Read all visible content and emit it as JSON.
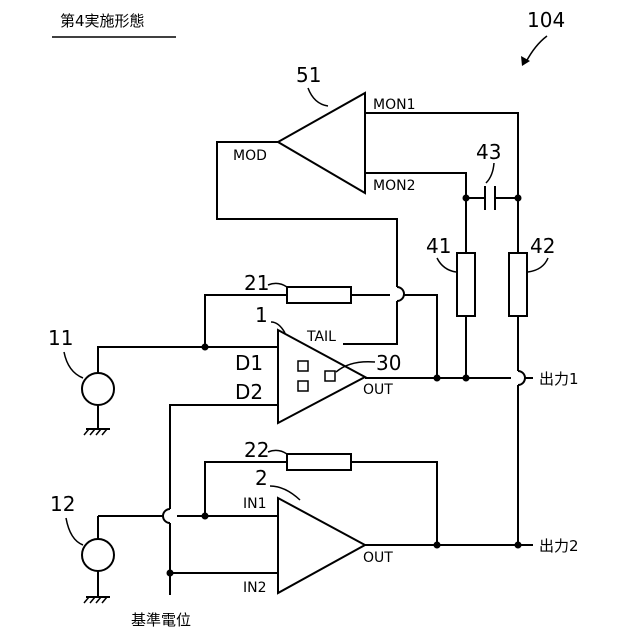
{
  "header": {
    "title": "第4実施形態",
    "figure_number": "104"
  },
  "labels": {
    "opamp_51": "51",
    "amp_1": "1",
    "amp_2": "2",
    "resistor_21": "21",
    "resistor_22": "22",
    "resistor_41": "41",
    "resistor_42": "42",
    "capacitor_43": "43",
    "detector_30": "30",
    "source_11": "11",
    "source_12": "12"
  },
  "pins": {
    "mon1": "MON1",
    "mon2": "MON2",
    "mod": "MOD",
    "tail": "TAIL",
    "d1": "D1",
    "d2": "D2",
    "out_1": "OUT",
    "in1": "IN1",
    "in2": "IN2",
    "out_2": "OUT"
  },
  "terminals": {
    "output1": "出力1",
    "output2": "出力2",
    "reference": "基準電位"
  }
}
